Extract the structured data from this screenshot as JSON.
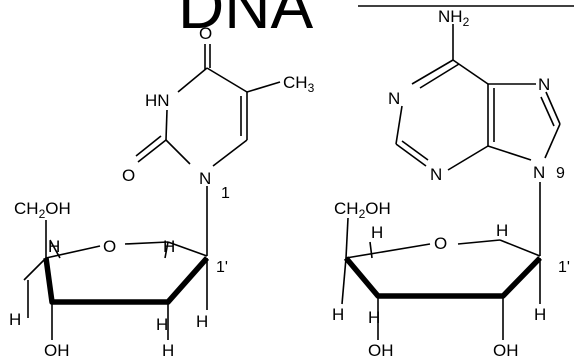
{
  "title": "DNA",
  "thymidine": {
    "O_top": "O",
    "NH": "HN",
    "CH3_main": "CH",
    "CH3_sub": "3",
    "O_left": "O",
    "N1": "N",
    "N1_num": "1",
    "CH2OH_C": "CH",
    "CH2OH_sub": "2",
    "CH2OH_OH": "OH",
    "ring_O": "O",
    "H_c4": "H",
    "H_c1": "H",
    "pos_1prime": "1'",
    "H_left": "H",
    "H_c3": "H",
    "H_bottom": "H",
    "OH_3": "OH",
    "H_c2": "H"
  },
  "deoxyadenosine": {
    "NH2_main": "NH",
    "NH2_sub": "2",
    "N_ring_left": "N",
    "N7": "N",
    "N_ring_low": "N",
    "N9": "N",
    "N9_num": "9",
    "CH2OH_C": "CH",
    "CH2OH_sub": "2",
    "CH2OH_OH": "OH",
    "ring_O": "O",
    "H_c4": "H",
    "H_c1": "H",
    "pos_1prime": "1'",
    "H_left": "H",
    "H_c3": "H",
    "H_c2": "H",
    "OH_3": "OH",
    "OH_2": "OH"
  }
}
